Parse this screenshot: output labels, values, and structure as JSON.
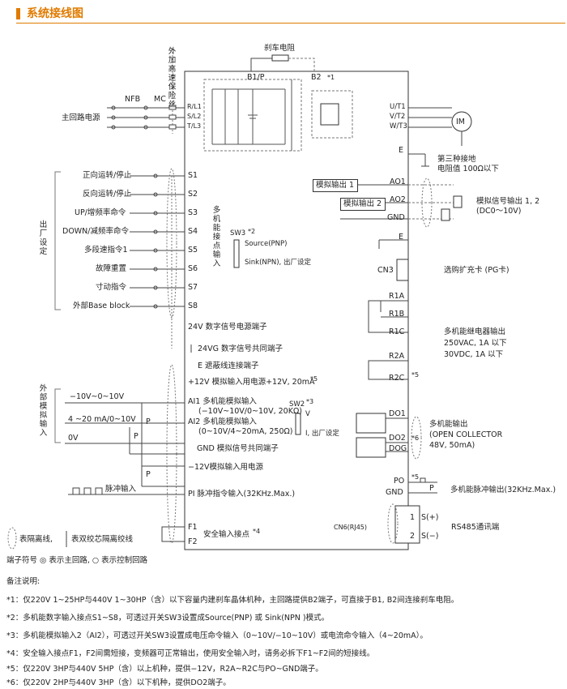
{
  "header": {
    "title": "系统接线图"
  },
  "top": {
    "brake_resistor": "刹车电阻",
    "fuse_vertical": [
      "外",
      "加",
      "高",
      "速",
      "保",
      "险",
      "丝"
    ],
    "nfb": "NFB",
    "mc": "MC",
    "main_power": "主回路电源",
    "b1p": "B1/P",
    "b2": "B2",
    "b2_note": "*1",
    "input_terms": [
      "R/L1",
      "S/L2",
      "T/L3"
    ],
    "output_terms": [
      "U/T1",
      "V/T2",
      "W/T3"
    ],
    "motor": "IM",
    "ground_e": "E",
    "third_ground": [
      "第三种接地",
      "电阻值 100Ω以下"
    ]
  },
  "digital_inputs": [
    {
      "label": "正向运转/停止",
      "term": "S1"
    },
    {
      "label": "反向运转/停止",
      "term": "S2"
    },
    {
      "label": "UP/增频率命令",
      "term": "S3"
    },
    {
      "label": "DOWN/减频率命令",
      "term": "S4"
    },
    {
      "label": "多段速指令1",
      "term": "S5"
    },
    {
      "label": "故障重置",
      "term": "S6"
    },
    {
      "label": "寸动指令",
      "term": "S7"
    },
    {
      "label": "外部Base block",
      "term": "S8"
    }
  ],
  "factory_vertical": [
    "出",
    "厂",
    "设",
    "定"
  ],
  "multi_input_vertical": [
    "多",
    "机",
    "能",
    "接",
    "点",
    "输",
    "入"
  ],
  "sw3": {
    "label": "SW3",
    "note": "*2",
    "source": "Source(PNP)",
    "sink": "Sink(NPN), 出厂设定"
  },
  "power24": {
    "t24v": "24V  数字信号电源端子",
    "t24vg": "24VG  数字信号共同端子",
    "e_shield": "E  遮蔽线连接端子"
  },
  "analog_inputs": {
    "ext_vertical": [
      "外",
      "部",
      "模",
      "拟",
      "输",
      "入"
    ],
    "range1": "−10V~0~10V",
    "range2": "4 ~20 mA/0~10V",
    "range3": "0V",
    "p": "P",
    "plus12": "+12V 模拟输入用电源+12V, 20mA",
    "plus12_note": "*5",
    "ai1": "AI1  多机能模拟输入",
    "ai1_sub": "(−10V~10V/0~10V, 20KΩ)",
    "ai2": "AI2  多机能模拟输入",
    "ai2_sub": "(0~10V/4~20mA, 250Ω)",
    "gnd": "GND 模拟信号共同端子",
    "minus12": "−12V模拟输入用电源",
    "pulse_in": "脉冲输入",
    "pi": "PI   脉冲指令输入(32KHz.Max.)",
    "sw2": "SW2",
    "sw2_note": "*3",
    "sw2_v": "V",
    "sw2_i": "I, 出厂设定"
  },
  "safety": {
    "f1": "F1",
    "f2": "F2",
    "label": "安全输入接点",
    "note": "*4"
  },
  "legend": {
    "isolated": "表隔离线,",
    "twisted": "表双绞芯隔离绞线",
    "terminals": "端子符号 ◎ 表示主回路, ○ 表示控制回路"
  },
  "right": {
    "ao1_box": "模拟输出 1",
    "ao2_box": "模拟输出 2",
    "ao1": "AO1",
    "ao2": "AO2",
    "gnd": "GND",
    "e": "E",
    "analog_out": [
      "模拟信号输出 1, 2",
      "(DC0～10V)"
    ],
    "cn3": "CN3",
    "pg_card": "选购扩充卡 (PG卡)",
    "relays": [
      "R1A",
      "R1B",
      "R1C",
      "R2A",
      "R2C"
    ],
    "relay_note": "*5",
    "relay_desc": [
      "多机能继电器输出",
      "250VAC, 1A 以下",
      "30VDC, 1A 以下"
    ],
    "do1": "DO1",
    "do2": "DO2",
    "dog": "DOG",
    "do_note": "*6",
    "do_desc": [
      "多机能输出",
      "(OPEN COLLECTOR",
      "48V, 50mA)"
    ],
    "po": "PO",
    "po_note": "*5",
    "po_gnd": "GND",
    "po_p": "P",
    "po_desc": "多机能脉冲输出(32KHz.Max.)",
    "cn6": "CN6(RJ45)",
    "s_plus": "S(+)",
    "s_minus": "S(−)",
    "n1": "1",
    "n2": "2",
    "rs485": "RS485通讯端"
  },
  "notes": {
    "heading": "备注说明:",
    "items": [
      "*1：仅220V 1~25HP与440V 1~30HP（含）以下容量内建刹车晶体机种，主回路提供B2端子，可直接于B1, B2间连接刹车电阻。",
      "*2：多机能数字输入接点S1~S8，可透过开关SW3设置成Source(PNP) 或 Sink(NPN )模式。",
      "*3：多机能模拟输入2（AI2），可透过开关SW3设置成电压命令输入（0~10V/−10~10V）或电流命令输入（4~20mA）。",
      "*4：安全输入接点F1，F2间需短接，变频器可正常输出，使用安全输入时，请务必拆下F1~F2间的短接线。",
      "*5：仅220V 3HP与440V 5HP（含）以上机种，提供−12V，R2A~R2C与PO~GND端子。",
      "*6：仅220V 2HP与440V 3HP（含）以下机种，提供DO2端子。"
    ]
  }
}
